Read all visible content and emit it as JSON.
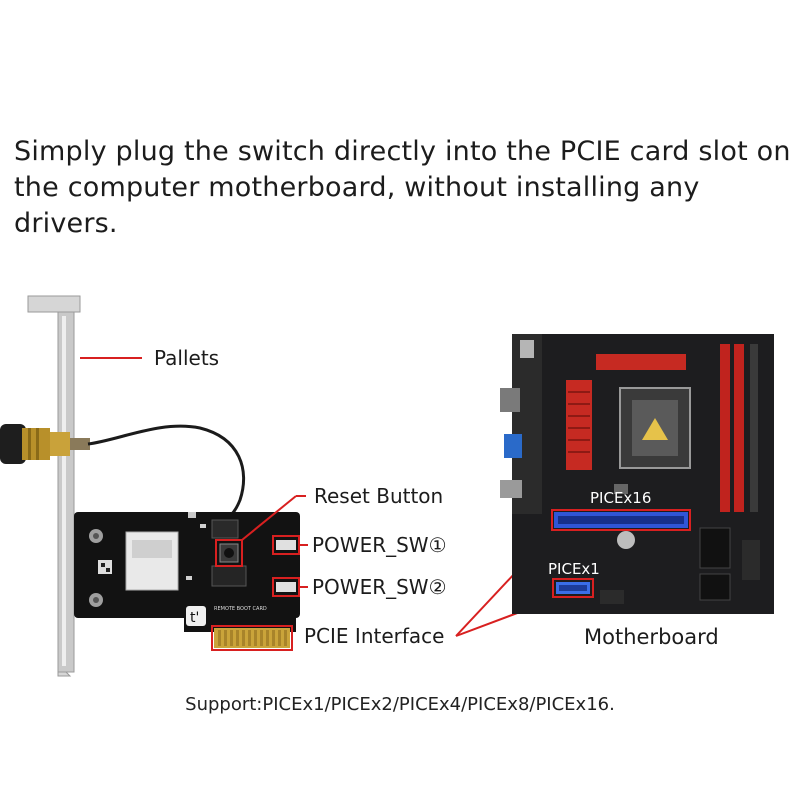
{
  "headline": "Simply plug the switch directly into the PCIE card slot on the computer motherboard,  without installing any drivers.",
  "labels": {
    "pallets": "Pallets",
    "reset_button": "Reset Button",
    "power_sw1": "POWER_SW①",
    "power_sw2": "POWER_SW②",
    "pcie_interface": "PCIE Interface",
    "motherboard": "Motherboard",
    "slot_x16": "PICEx16",
    "slot_x1": "PICEx1",
    "card_silk": "REMOTE BOOT CARD"
  },
  "support": "Support:PICEx1/PICEx2/PICEx4/PICEx8/PICEx16.",
  "colors": {
    "callout": "#d82020",
    "pcb": "#111111",
    "bracket": "#cfcfcf",
    "slot_x16": "#2f56d6",
    "slot_x1": "#3a6ee8",
    "ram": "#c0231e"
  }
}
